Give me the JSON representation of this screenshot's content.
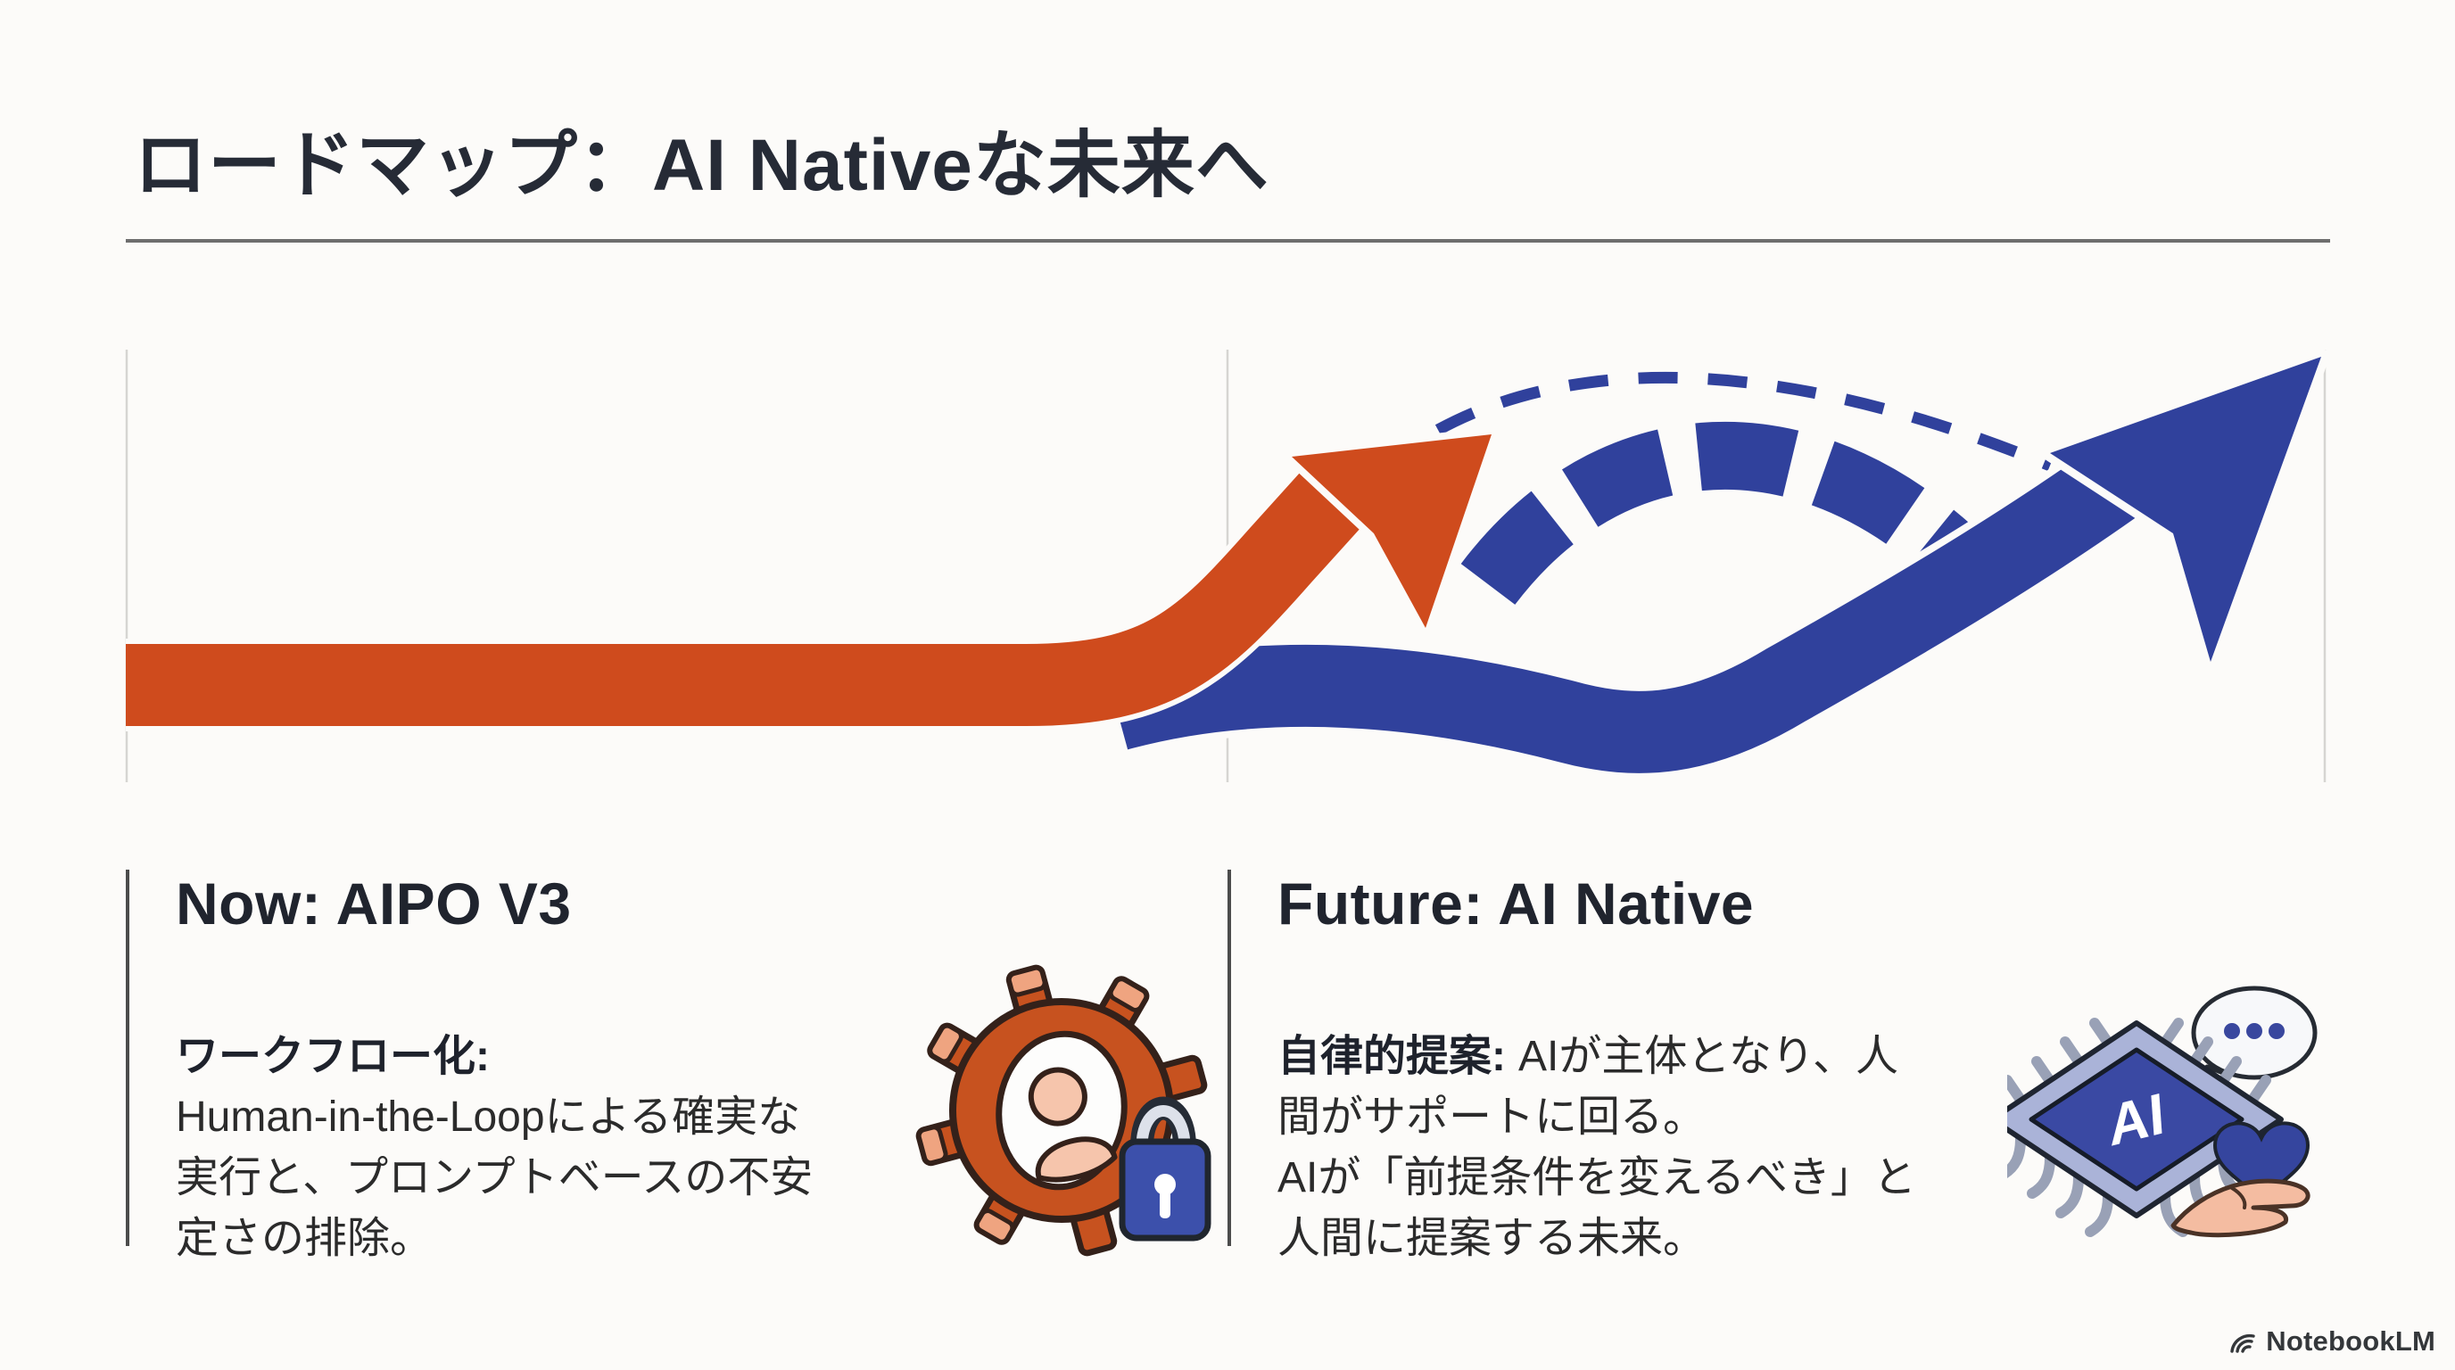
{
  "header": {
    "title": "ロードマップ：AI Nativeな未来へ"
  },
  "sections": {
    "now": {
      "heading": "Now: AIPO V3",
      "label": "ワークフロー化:",
      "body": "Human-in-the-Loopによる確実な\n実行と、プロンプトベースの不安\n定さの排除。"
    },
    "future": {
      "heading": "Future: AI Native",
      "label": "自律的提案:",
      "body": "AIが主体となり、人\n間がサポートに回る。\nAIが「前提条件を変えるべき」と\n人間に提案する未来。"
    }
  },
  "icons": {
    "now_icon": "gear-with-person-and-padlock",
    "future_icon": "ai-chip-speech-bubble-heart-in-hand",
    "chip_label": "AI"
  },
  "diagram": {
    "solid_orange_arrow": "current path (Now)",
    "solid_blue_arrow": "future path rising (AI Native)",
    "dashed_blue_bridge": "leap from current path to future path"
  },
  "colors": {
    "background": "#fcfbf9",
    "title_text": "#262b36",
    "body_text": "#2b2b2b",
    "title_rule": "#6e6e6e",
    "column_border": "#4c4c4c",
    "grid_line": "#d6d5d2",
    "arrow_orange": "#cf4b1d",
    "arrow_blue": "#30419c",
    "gear_orange": "#c7521f",
    "lock_blue": "#3c50ab",
    "chip_blue": "#3a49a3",
    "hand_skin": "#f4bca1"
  },
  "footer": {
    "brand": "NotebookLM"
  }
}
